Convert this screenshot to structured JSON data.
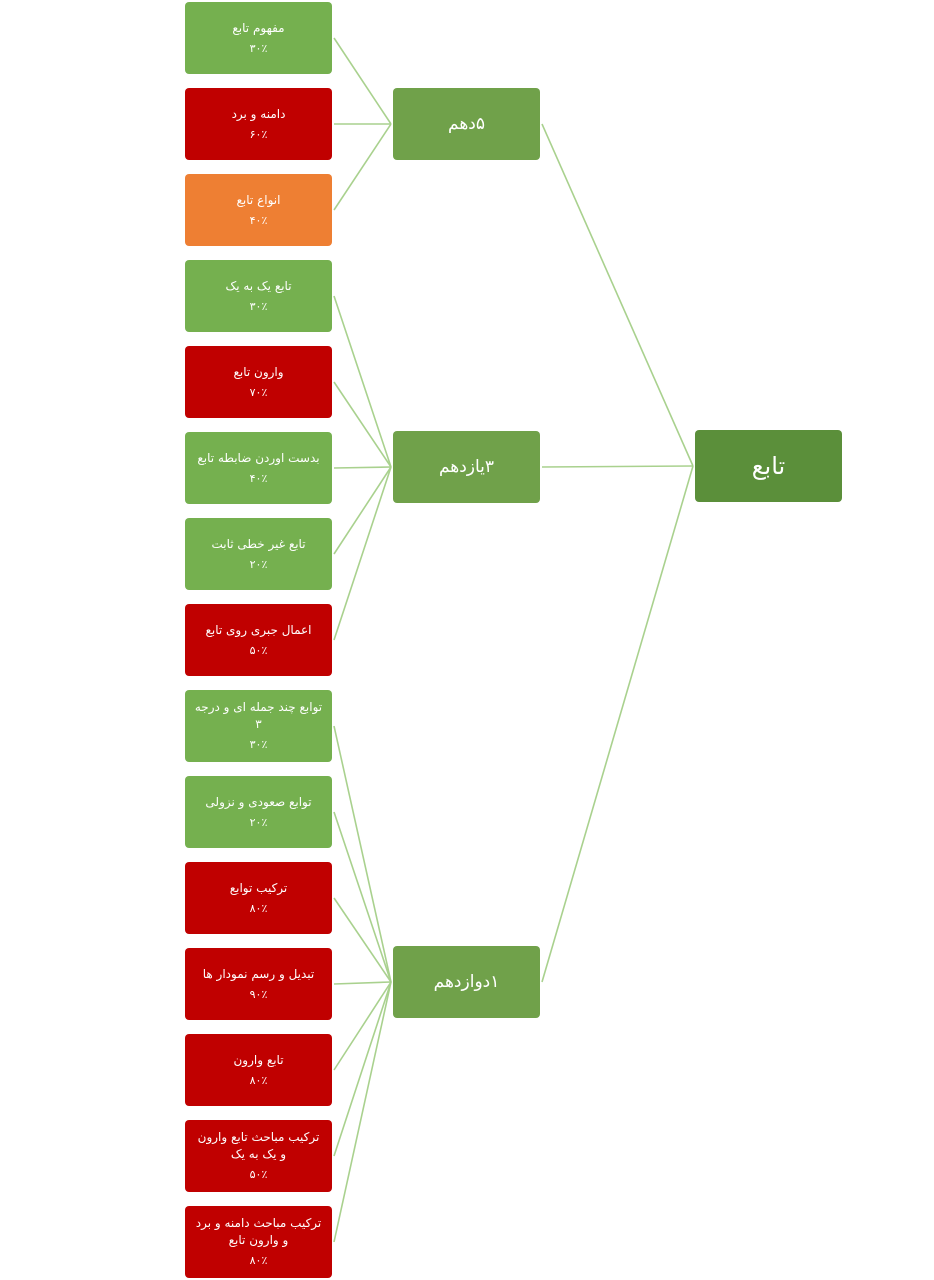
{
  "colors": {
    "good": "#75b04f",
    "medium": "#ee7f33",
    "weak": "#c00000",
    "grade": "#70a14a",
    "root": "#5b8f3a",
    "connector": "#a9d18e"
  },
  "root": {
    "label": "تابع"
  },
  "grades": [
    {
      "label": "۵دهم",
      "topics": [
        {
          "title": "مفهوم تابع",
          "percent": "۳۰٪",
          "status": "good"
        },
        {
          "title": "دامنه و برد",
          "percent": "۶۰٪",
          "status": "weak"
        },
        {
          "title": "انواع تابع",
          "percent": "۴۰٪",
          "status": "medium"
        }
      ]
    },
    {
      "label": "۳یازدهم",
      "topics": [
        {
          "title": "تابع یک به یک",
          "percent": "۳۰٪",
          "status": "good"
        },
        {
          "title": "وارون تابع",
          "percent": "۷۰٪",
          "status": "weak"
        },
        {
          "title": "بدست اوردن ضابطه تابع",
          "percent": "۴۰٪",
          "status": "good"
        },
        {
          "title": "تابع غیر خطی ثابت",
          "percent": "۲۰٪",
          "status": "good"
        },
        {
          "title": "اعمال جبری روی تابع",
          "percent": "۵۰٪",
          "status": "weak"
        }
      ]
    },
    {
      "label": "۱دوازدهم",
      "topics": [
        {
          "title": "توابع چند جمله ای و درجه ۳",
          "percent": "۳۰٪",
          "status": "good"
        },
        {
          "title": "توابع صعودی و نزولی",
          "percent": "۲۰٪",
          "status": "good"
        },
        {
          "title": "ترکیب توابع",
          "percent": "۸۰٪",
          "status": "weak"
        },
        {
          "title": "تبدیل و رسم نمودار ها",
          "percent": "۹۰٪",
          "status": "weak"
        },
        {
          "title": "تابع وارون",
          "percent": "۸۰٪",
          "status": "weak"
        },
        {
          "title": "ترکیب مباحث تابع وارون و یک به یک",
          "percent": "۵۰٪",
          "status": "weak"
        },
        {
          "title": "ترکیب مباحث دامنه و برد و وارون تابع",
          "percent": "۸۰٪",
          "status": "weak"
        }
      ]
    }
  ]
}
